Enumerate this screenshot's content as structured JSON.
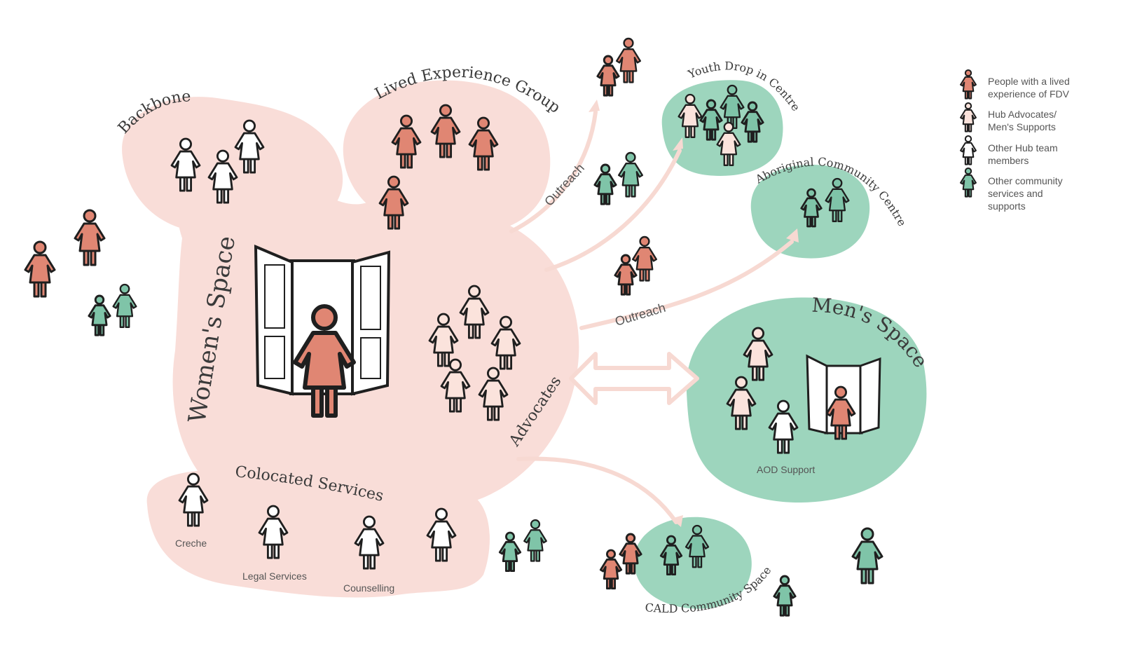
{
  "colors": {
    "pink_fill": "#f9ddd8",
    "green_fill": "#9dd5bd",
    "lived_experience_person": "#e08673",
    "hub_advocate_person": "#fbe3dc",
    "hub_team_person": "#ffffff",
    "community_person": "#7fc4a8",
    "outline": "#1f1f1f",
    "arrow": "#f7d9d2"
  },
  "regions": {
    "womens_space": "Women's Space",
    "backbone": "Backbone",
    "lived_experience_group": "Lived Experience Group",
    "colocated_services": "Colocated Services",
    "advocates": "Advocates",
    "youth_drop_in_centre": "Youth Drop in Centre",
    "aboriginal_community_centre": "Aboriginal Community Centre",
    "mens_space": "Men's Space",
    "cald_community_space": "CALD Community Space"
  },
  "small_labels": {
    "creche": "Creche",
    "legal_services": "Legal Services",
    "counselling": "Counselling",
    "aod_support": "AOD Support"
  },
  "arrows": {
    "outreach_upper": "Outreach",
    "outreach_lower": "Outreach"
  },
  "legend": [
    {
      "icon": "lived-experience-person-icon",
      "line1": "People with a lived",
      "line2": "experience of FDV",
      "line3": ""
    },
    {
      "icon": "hub-advocate-person-icon",
      "line1": "Hub Advocates/",
      "line2": "Men's Supports",
      "line3": ""
    },
    {
      "icon": "hub-team-person-icon",
      "line1": "Other Hub team",
      "line2": "members",
      "line3": ""
    },
    {
      "icon": "community-person-icon",
      "line1": "Other community",
      "line2": "services and",
      "line3": "supports"
    }
  ]
}
